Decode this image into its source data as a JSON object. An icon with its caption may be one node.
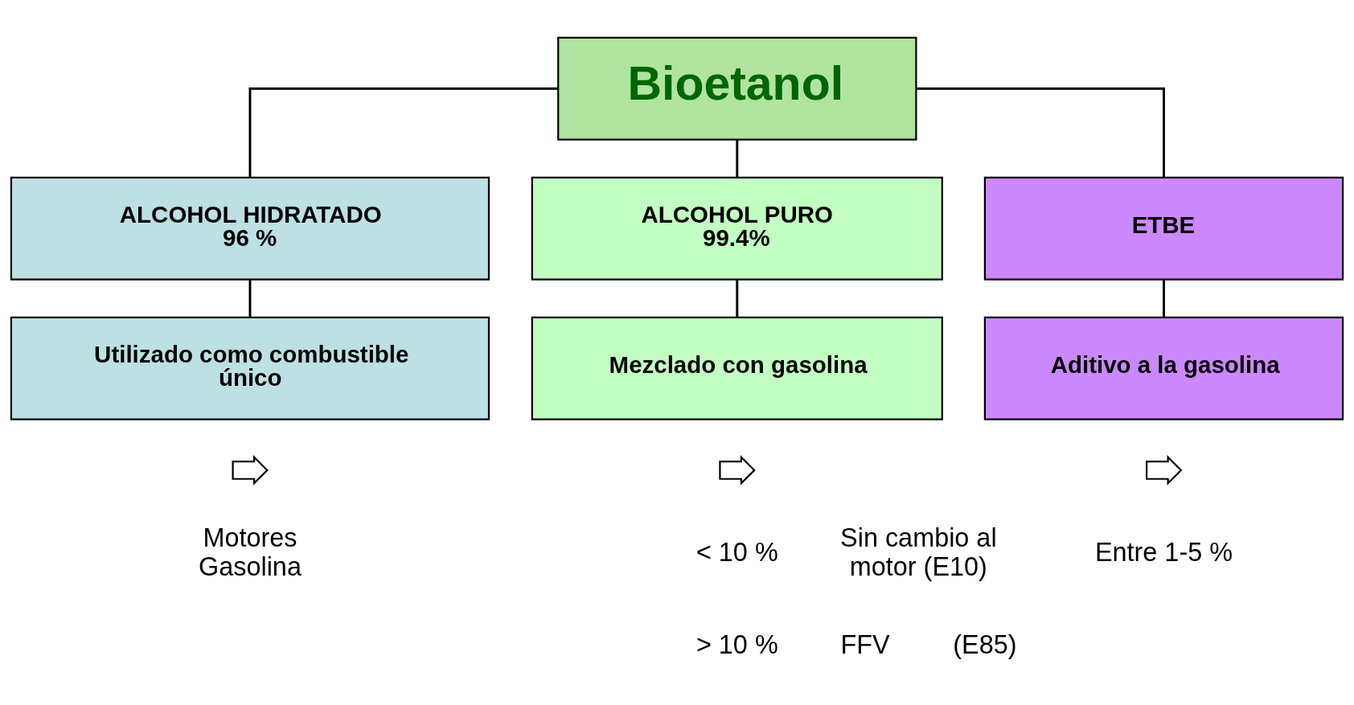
{
  "diagram": {
    "nodes": [
      {
        "text": [
          "Bioetanol"
        ]
      },
      {
        "text": [
          "ALCOHOL HIDRATADO",
          "96 %"
        ]
      },
      {
        "text": [
          "ALCOHOL PURO",
          "99.4%"
        ]
      },
      {
        "text": [
          "ETBE"
        ]
      },
      {
        "text": [
          "Utilizado como combustible único"
        ]
      },
      {
        "text": [
          "Mezclado con gasolina"
        ]
      },
      {
        "text": [
          "Aditivo a la gasolina"
        ]
      },
      {
        "text": [],
        "shape": "arrow"
      },
      {
        "text": [],
        "shape": "arrow"
      },
      {
        "text": [],
        "shape": "arrow"
      }
    ],
    "edges": [
      {
        "from": 0,
        "to": 1,
        "arrow": "none"
      },
      {
        "from": 0,
        "to": 2,
        "arrow": "none"
      },
      {
        "from": 0,
        "to": 3,
        "arrow": "none"
      },
      {
        "from": 1,
        "to": 4,
        "arrow": "none"
      },
      {
        "from": 2,
        "to": 5,
        "arrow": "none"
      },
      {
        "from": 3,
        "to": 6,
        "arrow": "none"
      }
    ],
    "labels": [
      "Motores Gasolina",
      "< 10 %",
      "Sin cambio al motor (E10)",
      "> 10 %",
      "FFV",
      "(E85)",
      "Entre 1-5 %"
    ]
  }
}
